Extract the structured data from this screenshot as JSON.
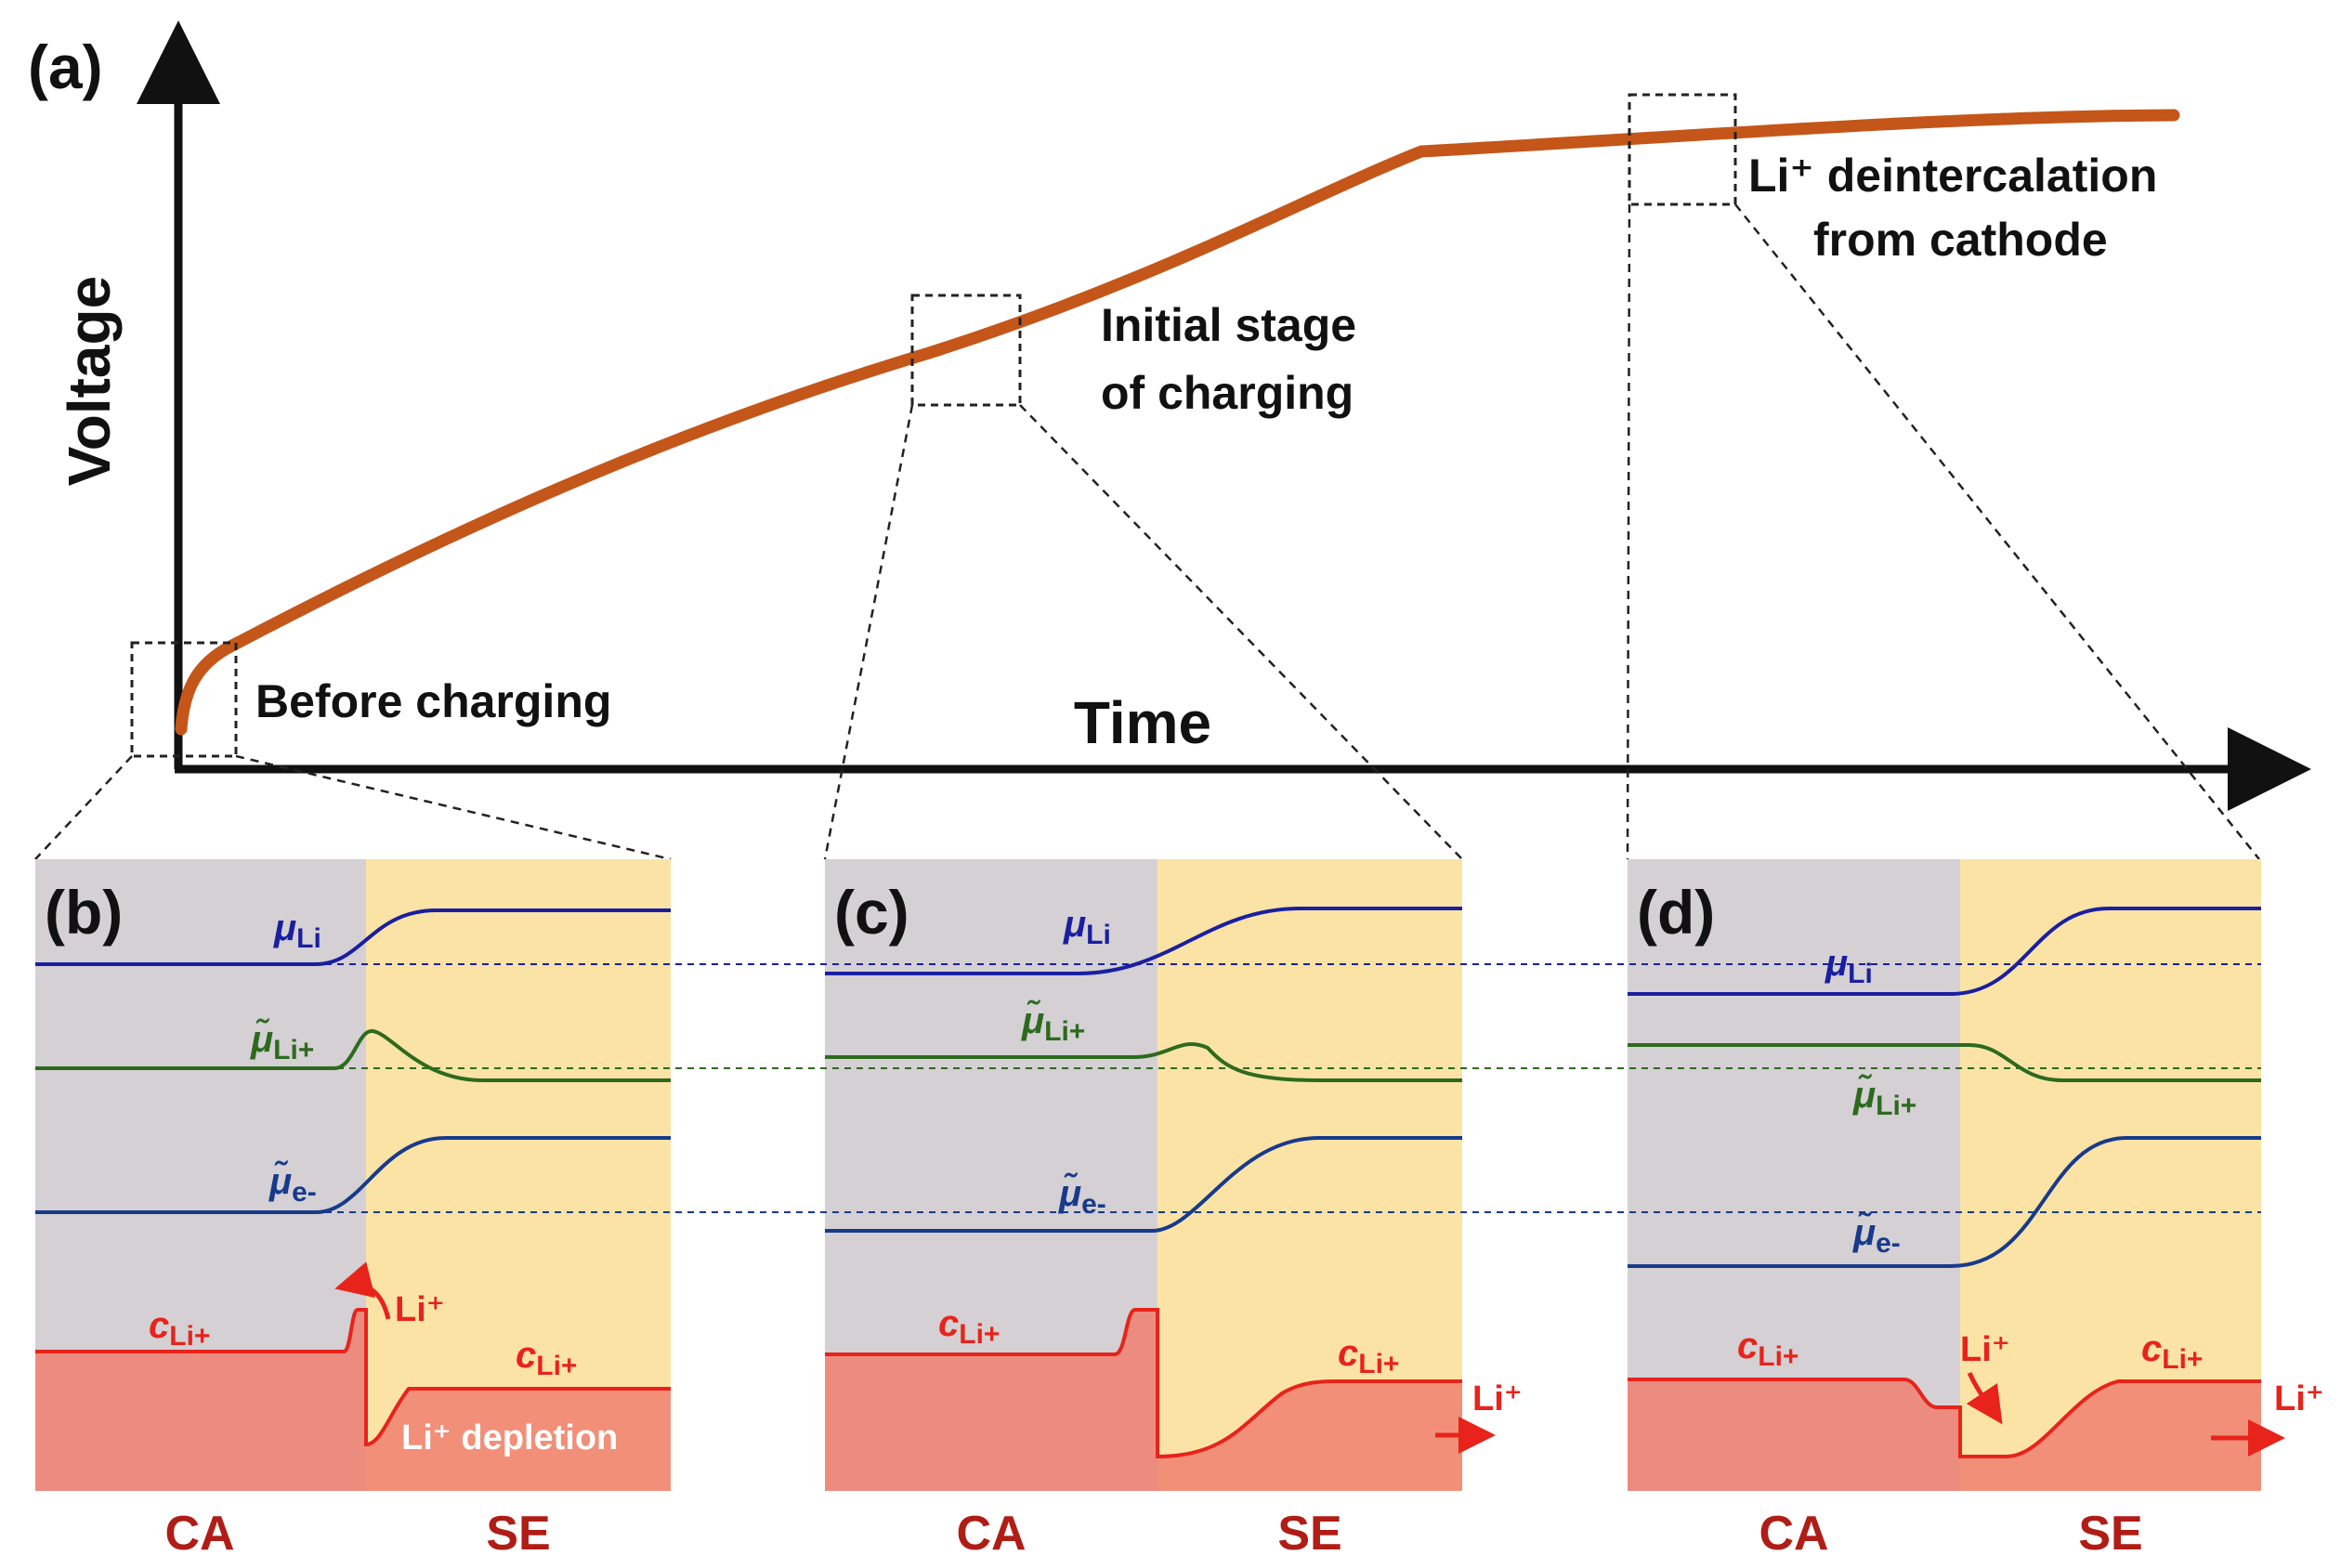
{
  "panels": {
    "a": "(a)",
    "b": "(b)",
    "c": "(c)",
    "d": "(d)"
  },
  "axes": {
    "y": "Voltage",
    "x": "Time"
  },
  "annotations": {
    "before_charging": "Before charging",
    "initial_line1": "Initial stage",
    "initial_line2": "of charging",
    "deint_line1": "Li⁺ deintercalation",
    "deint_line2": "from cathode"
  },
  "regions": {
    "ca": "CA",
    "se": "SE"
  },
  "symbols": {
    "mu_li": "μ",
    "mu_li_sub": "Li",
    "mu_tilde_li_plus": "μ̃",
    "mu_tilde_li_plus_sub": "Li+",
    "mu_tilde_e": "μ̃",
    "mu_tilde_e_sub": "e-",
    "c_li_plus": "c",
    "c_li_plus_sub": "Li+",
    "li_plus": "Li⁺",
    "li_depletion": "Li⁺ depletion"
  },
  "colors": {
    "voltage_curve": "#c4561a",
    "mu_li": "#1a1fa0",
    "mu_li_plus": "#2d6a1e",
    "mu_e": "#173a8a",
    "concentration": "#e8231b",
    "ca_background": "#d4d0d4",
    "se_background": "#fbe3a6",
    "region_text": "#b01d16"
  }
}
